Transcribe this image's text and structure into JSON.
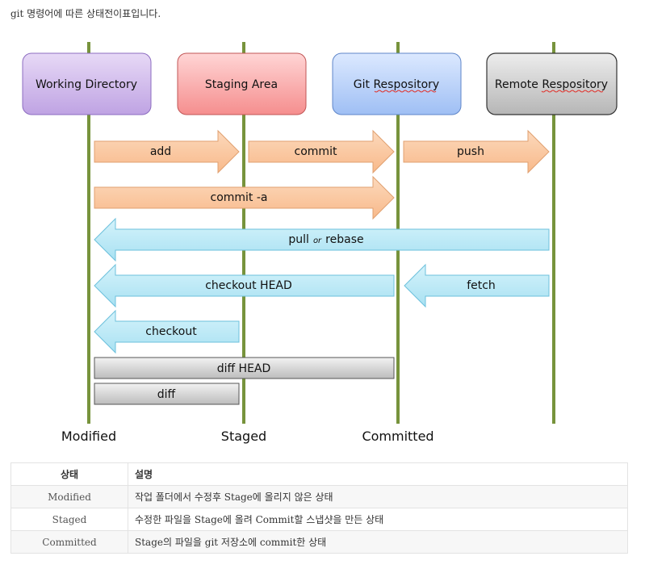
{
  "intro": "git 명령어에 따른 상태전이표입니다.",
  "lanes": [
    {
      "label": "Working Directory",
      "fill_top": "#e7d9f6",
      "fill_bottom": "#bfa3e3",
      "stroke": "#8c6cc0"
    },
    {
      "label": "Staging Area",
      "fill_top": "#ffd5d5",
      "fill_bottom": "#f58e8e",
      "stroke": "#c15656"
    },
    {
      "label": "Git Respository",
      "fill_top": "#dce9ff",
      "fill_bottom": "#9fbff4",
      "stroke": "#5f86c9"
    },
    {
      "label": "Remote Respository",
      "fill_top": "#ededed",
      "fill_bottom": "#b6b6b6",
      "stroke": "#555555"
    }
  ],
  "arrows": {
    "add": "add",
    "commit": "commit",
    "push": "push",
    "commit_a": "commit -a",
    "pull_a": "pull",
    "pull_or": "or",
    "pull_b": "rebase",
    "checkout_head": "checkout HEAD",
    "fetch": "fetch",
    "checkout": "checkout",
    "diff_head": "diff HEAD",
    "diff": "diff"
  },
  "states": [
    "Modified",
    "Staged",
    "Committed"
  ],
  "colors": {
    "lane_line": "#77933c",
    "forward": "#fbc79c",
    "backward": "#b5e8f6",
    "diff": "#cfcfcf"
  },
  "table": {
    "headers": [
      "상태",
      "설명"
    ],
    "rows": [
      [
        "Modified",
        "작업 폴더에서 수정후 Stage에 올리지 않은 상태"
      ],
      [
        "Staged",
        "수정한 파일을 Stage에 올려 Commit할 스냅샷을 만든 상태"
      ],
      [
        "Committed",
        "Stage의 파일을 git 저장소에 commit한 상태"
      ]
    ]
  }
}
